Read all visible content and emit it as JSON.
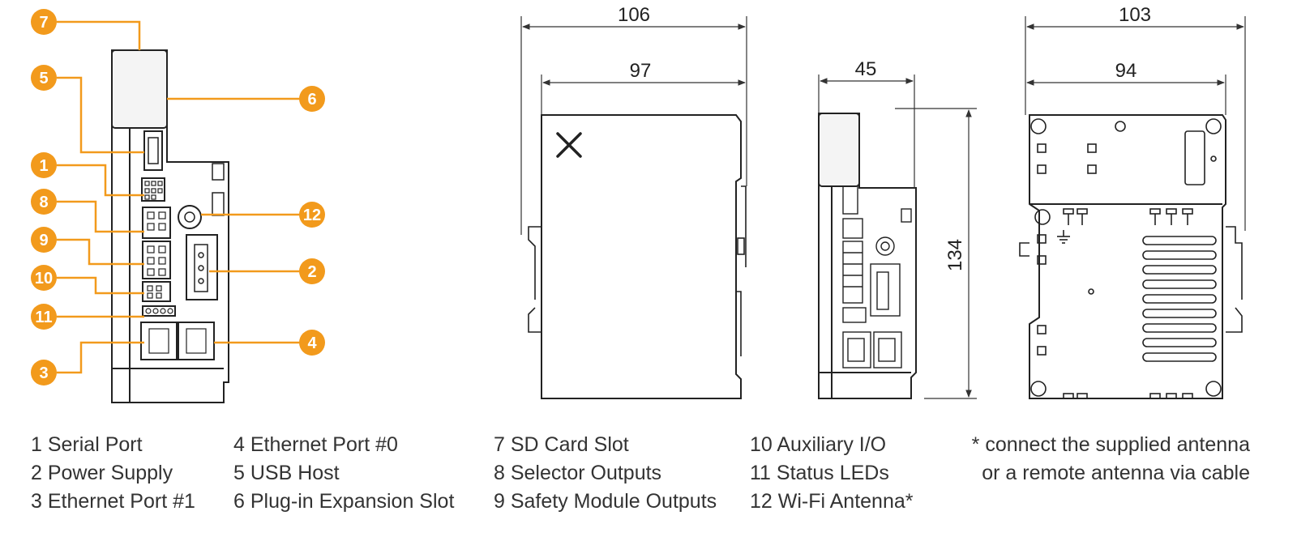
{
  "accent_color": "#f29a1c",
  "callouts": [
    {
      "num": "7",
      "label": "SD Card Slot"
    },
    {
      "num": "5",
      "label": "USB Host"
    },
    {
      "num": "6",
      "label": "Plug-in Expansion Slot"
    },
    {
      "num": "1",
      "label": "Serial Port"
    },
    {
      "num": "8",
      "label": "Selector Outputs"
    },
    {
      "num": "12",
      "label": "Wi-Fi Antenna*"
    },
    {
      "num": "9",
      "label": "Safety Module Outputs"
    },
    {
      "num": "2",
      "label": "Power Supply"
    },
    {
      "num": "10",
      "label": "Auxiliary I/O"
    },
    {
      "num": "11",
      "label": "Status LEDs"
    },
    {
      "num": "4",
      "label": "Ethernet Port #0"
    },
    {
      "num": "3",
      "label": "Ethernet Port #1"
    }
  ],
  "dimensions": {
    "front_total_width": "106",
    "front_body_width": "97",
    "side_depth": "45",
    "height": "134",
    "back_total_width": "103",
    "back_body_width": "94"
  },
  "legend": {
    "col1": [
      "1 Serial Port",
      "2 Power Supply",
      "3 Ethernet Port #1"
    ],
    "col2": [
      "4 Ethernet Port #0",
      "5 USB Host",
      "6 Plug-in Expansion Slot"
    ],
    "col3": [
      "7 SD Card Slot",
      "8 Selector Outputs",
      "9 Safety Module Outputs"
    ],
    "col4": [
      "10 Auxiliary I/O",
      "11 Status LEDs",
      "12 Wi-Fi Antenna*"
    ],
    "note": [
      "* connect the supplied antenna",
      "or a remote antenna via cable"
    ]
  },
  "icons": {
    "brand_mark": "x-logo-icon",
    "ground": "ground-symbol-icon"
  }
}
